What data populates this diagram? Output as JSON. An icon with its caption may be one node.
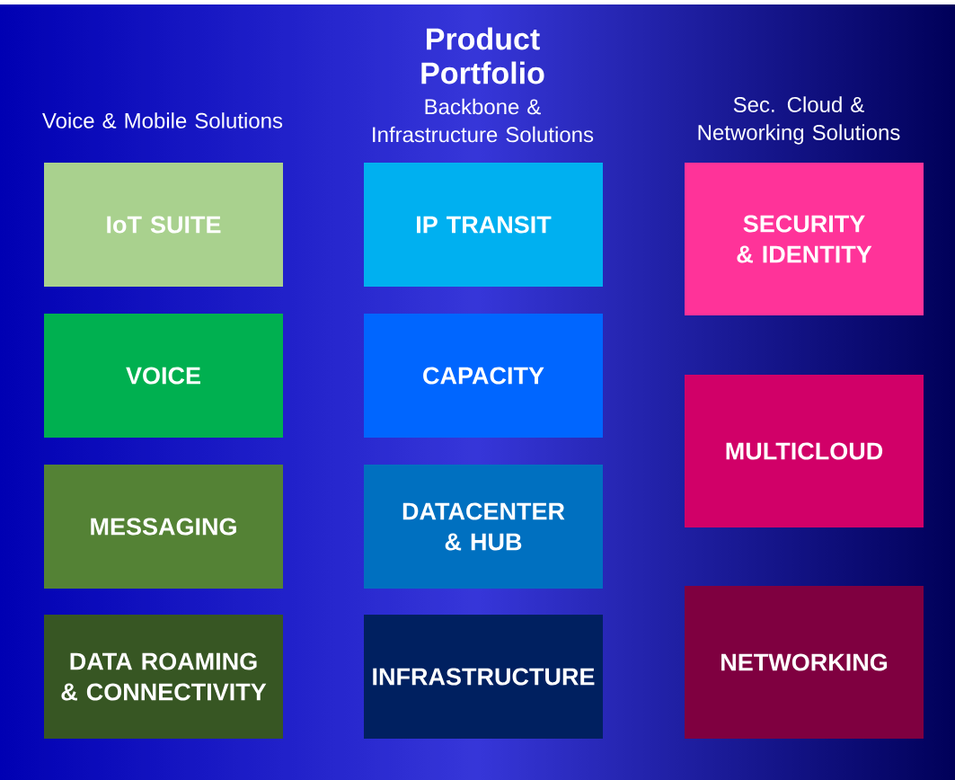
{
  "diagram": {
    "title": "Product Portfolio",
    "nodes": [
      {
        "text": [
          "IoT SUITE"
        ]
      },
      {
        "text": [
          "VOICE"
        ]
      },
      {
        "text": [
          "MESSAGING"
        ]
      },
      {
        "text": [
          "DATA ROAMING & CONNECTIVITY"
        ]
      },
      {
        "text": [
          "IP TRANSIT"
        ]
      },
      {
        "text": [
          "CAPACITY"
        ]
      },
      {
        "text": [
          "DATACENTER & HUB"
        ]
      },
      {
        "text": [
          "INFRASTRUCTURE"
        ]
      },
      {
        "text": [
          "SECURITY & IDENTITY"
        ]
      },
      {
        "text": [
          "MULTICLOUD"
        ]
      },
      {
        "text": [
          "NETWORKING"
        ]
      }
    ],
    "labels": [
      "Voice & Mobile Solutions",
      "Backbone & Infrastructure Solutions",
      "Sec. Cloud & Networking Solutions"
    ]
  }
}
